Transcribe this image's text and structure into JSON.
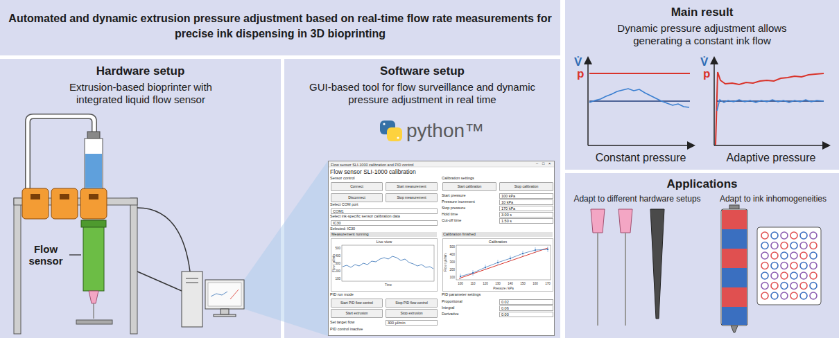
{
  "diagram": {
    "title": "Automated and dynamic extrusion pressure adjustment based on real-time flow rate measurements for precise ink dispensing in 3D bioprinting",
    "nodes": [
      {
        "text": [
          "Hardware setup",
          "Extrusion-based bioprinter with integrated liquid flow sensor"
        ]
      },
      {
        "text": [
          "Software setup",
          "GUI-based tool for flow surveillance and dynamic pressure adjustment in real time"
        ]
      },
      {
        "text": [
          "Flow sensor SLI-1000 calibration and PID control"
        ],
        "in": 1
      },
      {
        "text": [
          "Connect"
        ],
        "in": 2
      },
      {
        "text": [
          "Start measurement"
        ],
        "in": 2
      },
      {
        "text": [
          "Start calibration"
        ],
        "in": 2
      },
      {
        "text": [
          "Stop calibration"
        ],
        "in": 2
      },
      {
        "text": [
          "Disconnect"
        ],
        "in": 2
      },
      {
        "text": [
          "Stop measurement"
        ],
        "in": 2
      },
      {
        "text": [
          "100 kPa"
        ],
        "in": 2
      },
      {
        "text": [
          "10 kPa"
        ],
        "in": 2
      },
      {
        "text": [
          "COM1"
        ],
        "in": 2
      },
      {
        "text": [
          "170 kPa"
        ],
        "in": 2
      },
      {
        "text": [
          "3.00 s"
        ],
        "in": 2
      },
      {
        "text": [
          "IC30"
        ],
        "in": 2
      },
      {
        "text": [
          "1.50 s"
        ],
        "in": 2
      },
      {
        "text": [
          "Live view"
        ],
        "in": 2
      },
      {
        "text": [
          "Calibration"
        ],
        "in": 2
      },
      {
        "text": [
          "Start PID flow control"
        ],
        "in": 2
      },
      {
        "text": [
          "Stop PID flow control"
        ],
        "in": 2
      },
      {
        "text": [
          "0.02"
        ],
        "in": 2
      },
      {
        "text": [
          "Start extrusion"
        ],
        "in": 2
      },
      {
        "text": [
          "Stop extrusion"
        ],
        "in": 2
      },
      {
        "text": [
          "0.06"
        ],
        "in": 2
      },
      {
        "text": [
          "0.00"
        ],
        "in": 2
      },
      {
        "text": [
          "300 µl/min"
        ],
        "in": 2
      },
      {
        "text": [
          "Main result",
          "Dynamic pressure adjustment allows generating a constant ink flow"
        ]
      },
      {
        "text": [
          "Applications",
          "Adapt to different hardware setups",
          "Adapt to ink inhomogeneities"
        ]
      }
    ],
    "labels": [
      "Flow sensor",
      "python™",
      "–",
      "□",
      "×",
      "Flow sensor SLI-1000 calibration",
      "Sensor control",
      "Calibration settings",
      "Select COM port",
      "Select ink-specific sensor calibration data",
      "Selected: IC30",
      "Measurement running",
      "Calibration finished",
      "Start pressure",
      "Pressure increment",
      "Stop pressure",
      "Hold time",
      "Cut-off time",
      "PID run mode",
      "PID parameter settings",
      "Proportional",
      "Integral",
      "Derivative",
      "Set target flow",
      "PID control inactive",
      "Flow / µl/min",
      "Time",
      "Flow / µl/min",
      "Pressure / kPa",
      "100",
      "200",
      "300",
      "400",
      "500",
      "100",
      "200",
      "300",
      "400",
      "500",
      "100",
      "110",
      "120",
      "130",
      "140",
      "150",
      "160",
      "170",
      "V̇",
      "p",
      "V̇",
      "p",
      "Constant pressure",
      "Adaptive pressure"
    ]
  }
}
